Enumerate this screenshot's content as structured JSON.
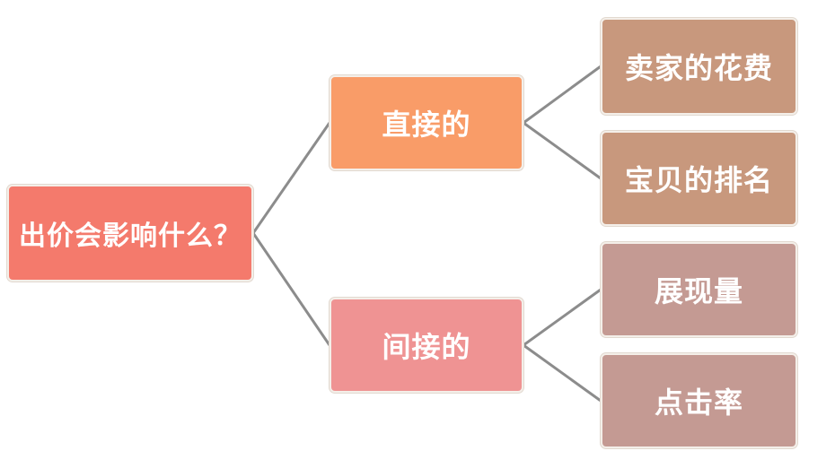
{
  "root": {
    "label": "出价会影响什么？",
    "color": "#f47a6c"
  },
  "branches": [
    {
      "label": "直接的",
      "color": "#f99c68",
      "children": [
        {
          "label": "卖家的花费",
          "color": "#c8987d"
        },
        {
          "label": "宝贝的排名",
          "color": "#c8987d"
        }
      ]
    },
    {
      "label": "间接的",
      "color": "#ef9393",
      "children": [
        {
          "label": "展现量",
          "color": "#c49a93"
        },
        {
          "label": "点击率",
          "color": "#c49a93"
        }
      ]
    }
  ],
  "connector_color": "#8c8c8c"
}
